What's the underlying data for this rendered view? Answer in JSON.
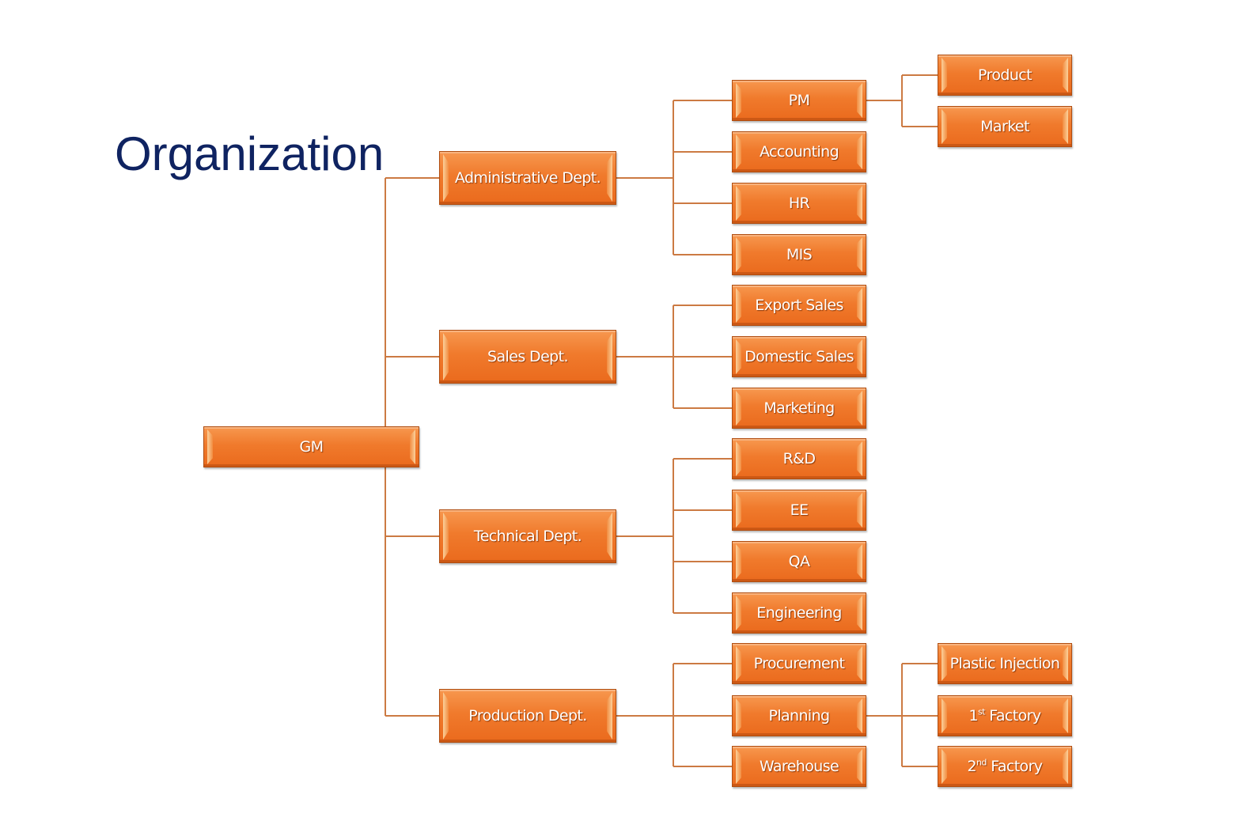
{
  "title": "Organization",
  "colors": {
    "title": "#0f2361",
    "box_fill": "#f07a2c",
    "box_border": "#b04d10",
    "connector": "#cc7a43",
    "label": "#ffffff"
  },
  "nodes": {
    "gm": "GM",
    "admin": "Administrative Dept.",
    "sales": "Sales Dept.",
    "technical": "Technical Dept.",
    "production": "Production Dept.",
    "pm": "PM",
    "accounting": "Accounting",
    "hr": "HR",
    "mis": "MIS",
    "export_sales": "Export Sales",
    "domestic_sales": "Domestic Sales",
    "marketing": "Marketing",
    "rnd": "R&D",
    "ee": "EE",
    "qa": "QA",
    "engineering": "Engineering",
    "procurement": "Procurement",
    "planning": "Planning",
    "warehouse": "Warehouse",
    "product": "Product",
    "market": "Market",
    "plastic_injection": "Plastic Injection",
    "factory1_num": "1",
    "factory1_sup": "st",
    "factory1_rest": " Factory",
    "factory2_num": "2",
    "factory2_sup": "nd",
    "factory2_rest": " Factory"
  }
}
